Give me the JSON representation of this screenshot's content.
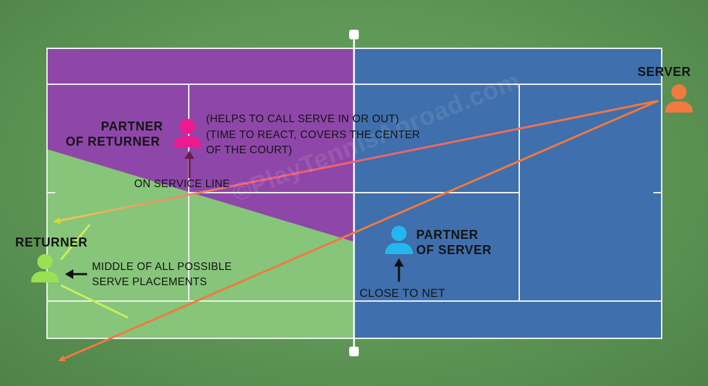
{
  "labels": {
    "server": "SERVER",
    "partner_of_returner_line1": "PARTNER",
    "partner_of_returner_line2": "OF RETURNER",
    "partner_of_server_line1": "PARTNER",
    "partner_of_server_line2": "OF SERVER",
    "returner": "RETURNER",
    "note_line1": "(HELPS TO CALL SERVE IN OR OUT)",
    "note_line2": "(TIME TO REACT, COVERS THE CENTER",
    "note_line3": "OF THE COURT)",
    "on_service_line": "ON SERVICE LINE",
    "middle_line1": "MIDDLE OF ALL POSSIBLE",
    "middle_line2": "SERVE PLACEMENTS",
    "close_to_net": "CLOSE TO NET",
    "watermark": "©PlayTennisAbroad.com"
  },
  "colors": {
    "court_blue": "#3f6fac",
    "purple_zone": "#8e47a8",
    "green_zone": "#86c57a",
    "server": "#f2793f",
    "partner_of_returner": "#ec1a8e",
    "partner_of_server": "#22b8ef",
    "returner": "#9be052",
    "serve_arrow": "#f2793f",
    "return_arrow": "#d7d83a"
  }
}
